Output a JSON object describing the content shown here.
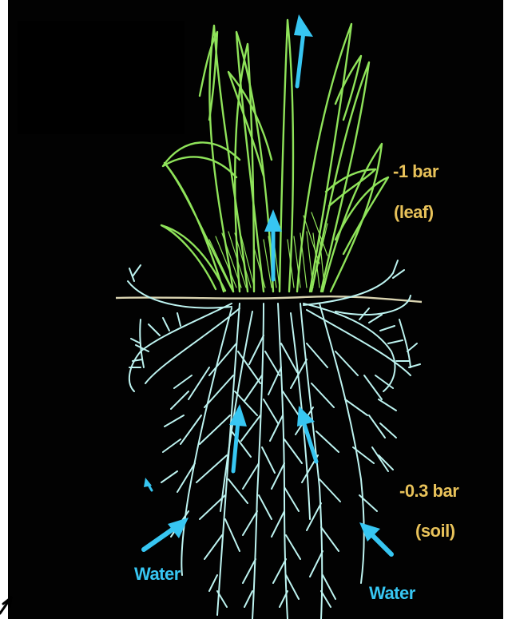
{
  "labels": {
    "leaf_potential": "-1 bar",
    "leaf_note": "(leaf)",
    "soil_potential": "-0.3 bar",
    "soil_note": "(soil)",
    "water_left": "Water",
    "water_right": "Water"
  },
  "colors": {
    "background": "#020202",
    "grass": "#8fe35a",
    "roots": "#bdf3f0",
    "soil_line": "#d9d3b0",
    "arrows": "#37c6f2",
    "label_yellow": "#e8c25a"
  }
}
